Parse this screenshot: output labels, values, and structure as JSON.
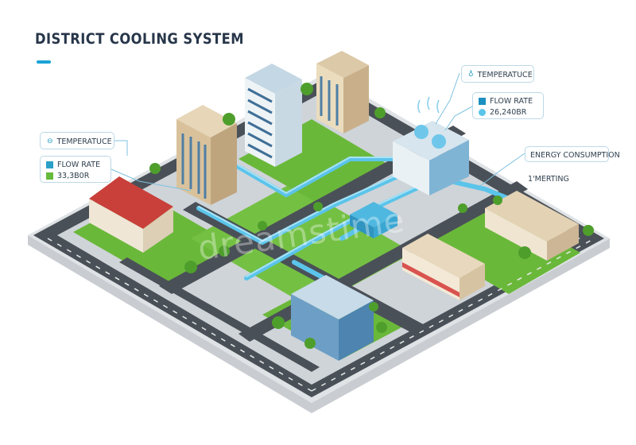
{
  "title": "DISTRICT COOLING SYSTEM",
  "callouts": {
    "left_temperature": "TEMPERATUCE",
    "left_flow_rate": "FLOW RATE",
    "left_flow_value": "33,3B0R",
    "top_temperature": "TEMPERATUCE",
    "top_flow_rate": "FLOW RATE",
    "top_flow_value": "26,240BR",
    "energy_consumption": "ENERGY CONSUMPTION",
    "metering": "1'MERTING"
  },
  "watermark": "dreamstime",
  "colors": {
    "accent_blue": "#1aa3d6",
    "pipe_blue": "#5bc4ea",
    "road": "#4a5057",
    "grass": "#6ab83a",
    "chip_green": "#67bb3c",
    "chip_teal": "#2aa0c7"
  }
}
